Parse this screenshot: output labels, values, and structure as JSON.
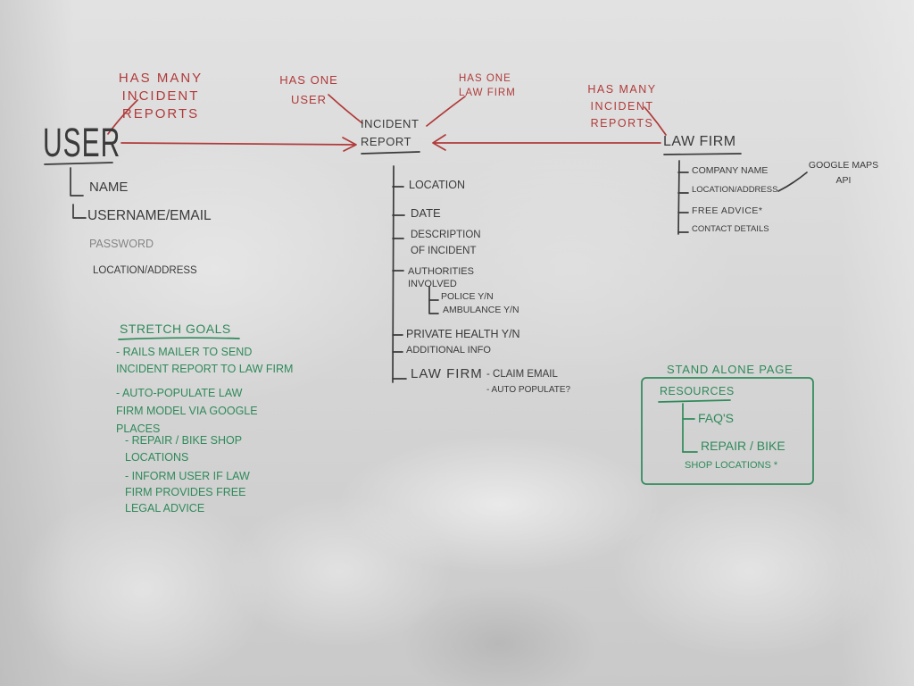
{
  "ink": {
    "red": "#b13a3a",
    "black": "#3a3a3a",
    "green": "#2f8a5a"
  },
  "relations": {
    "user_has_many_reports": "HAS MANY\nINCIDENT\nREPORTS",
    "report_has_one_user": "HAS ONE\nUSER",
    "report_has_one_law_firm": "HAS ONE\nLAW FIRM",
    "law_firm_has_many_reports": "HAS MANY\nINCIDENT\nREPORTS"
  },
  "entities": {
    "user": {
      "title": "USER",
      "fields": [
        "NAME",
        "USERNAME/EMAIL",
        "PASSWORD",
        "LOCATION/ADDRESS"
      ]
    },
    "incident_report": {
      "title": "INCIDENT\nREPORT",
      "fields": [
        "LOCATION",
        "DATE",
        "DESCRIPTION\nOF INCIDENT",
        "AUTHORITIES\nINVOLVED",
        "PRIVATE HEALTH Y/N",
        "ADDITIONAL INFO"
      ],
      "authorities_involved": [
        "POLICE Y/N",
        "AMBULANCE Y/N"
      ],
      "law_firm": {
        "label": "LAW FIRM",
        "notes": [
          "- CLAIM EMAIL",
          "- AUTO POPULATE?"
        ]
      }
    },
    "law_firm": {
      "title": "LAW FIRM",
      "fields": [
        "COMPANY NAME",
        "LOCATION/ADDRESS",
        "FREE ADVICE*",
        "CONTACT DETAILS"
      ],
      "location_note": "GOOGLE MAPS\nAPI"
    }
  },
  "stretch_goals": {
    "title": "STRETCH GOALS",
    "items": [
      "- RAILS MAILER TO SEND\nINCIDENT REPORT TO LAW FIRM",
      "- AUTO-POPULATE LAW\nFIRM MODEL VIA GOOGLE\nPLACES",
      "- REPAIR / BIKE SHOP\nLOCATIONS",
      "- INFORM USER IF LAW\nFIRM PROVIDES FREE\nLEGAL ADVICE"
    ]
  },
  "resources_page": {
    "caption": "STAND ALONE PAGE",
    "title": "RESOURCES",
    "items": [
      "FAQ'S",
      "REPAIR / BIKE",
      "SHOP LOCATIONS *"
    ]
  }
}
